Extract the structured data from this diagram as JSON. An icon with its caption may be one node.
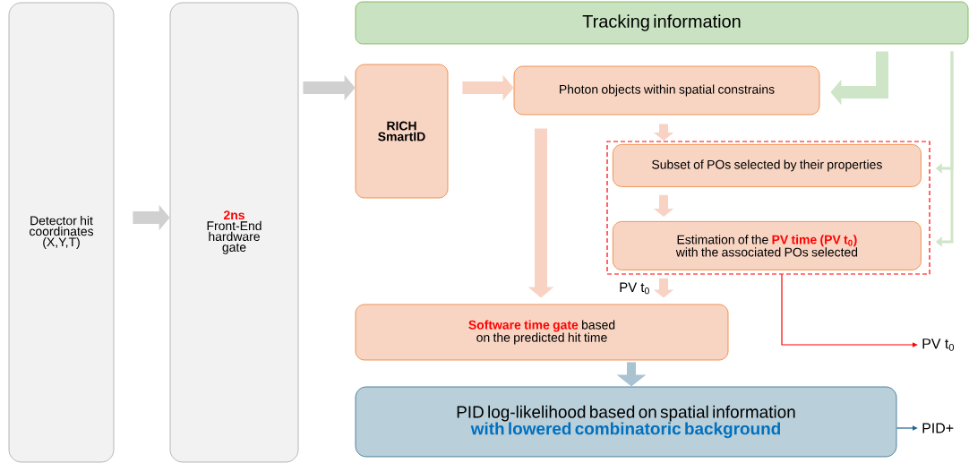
{
  "diagram": {
    "nodes": [
      {
        "text": [
          "Detector hit coordinates (X,Y,T)"
        ]
      },
      {
        "text": [
          "2ns",
          "Front-End hardware gate"
        ]
      },
      {
        "text": [
          "Tracking information"
        ]
      },
      {
        "text": [
          "RICH SmartID"
        ]
      },
      {
        "text": [
          "Photon objects within spatial constrains"
        ]
      },
      {
        "text": [],
        "shape": "box"
      },
      {
        "text": [
          "Subset of POs selected by their properties"
        ],
        "in": 5
      },
      {
        "text": [
          "Estimation of the **PV time (PV t$_{0}$)** with the associated POs selected"
        ],
        "in": 5
      },
      {
        "text": [
          "**Software time gate** based on the predicted hit time"
        ]
      },
      {
        "text": [
          "PID log-likelihood based on spatial information",
          "with lowered combinatoric background"
        ]
      },
      {
        "text": [
          "PV t$_{0}$"
        ]
      },
      {
        "text": [
          "PID+"
        ]
      }
    ],
    "edges": [
      {
        "from": 0,
        "to": 1,
        "arrow": "to",
        "color": "#d0d0d0"
      },
      {
        "from": 1,
        "to": 3,
        "arrow": "to",
        "color": "#d0d0d0"
      },
      {
        "from": 3,
        "to": 4,
        "arrow": "to"
      },
      {
        "from": 2,
        "to": 4,
        "arrow": "to",
        "color": "#cfe5c8"
      },
      {
        "from": 2,
        "to": 6,
        "arrow": "to",
        "color": "#cfe5c8"
      },
      {
        "from": 2,
        "to": 7,
        "arrow": "to",
        "color": "#cfe5c8"
      },
      {
        "from": 4,
        "to": 6,
        "arrow": "to"
      },
      {
        "from": 6,
        "to": 7,
        "arrow": "to"
      },
      {
        "from": 7,
        "to": 8,
        "arrow": "to",
        "label": "PV t$_{0}$"
      },
      {
        "from": 4,
        "to": 8,
        "arrow": "to"
      },
      {
        "from": 8,
        "to": 9,
        "arrow": "to",
        "color": "#a9c3d1"
      },
      {
        "from": 5,
        "to": 10,
        "arrow": "to",
        "color": "#ff0000"
      },
      {
        "from": 9,
        "to": 11,
        "arrow": "to",
        "color": "#1f6391"
      }
    ]
  }
}
